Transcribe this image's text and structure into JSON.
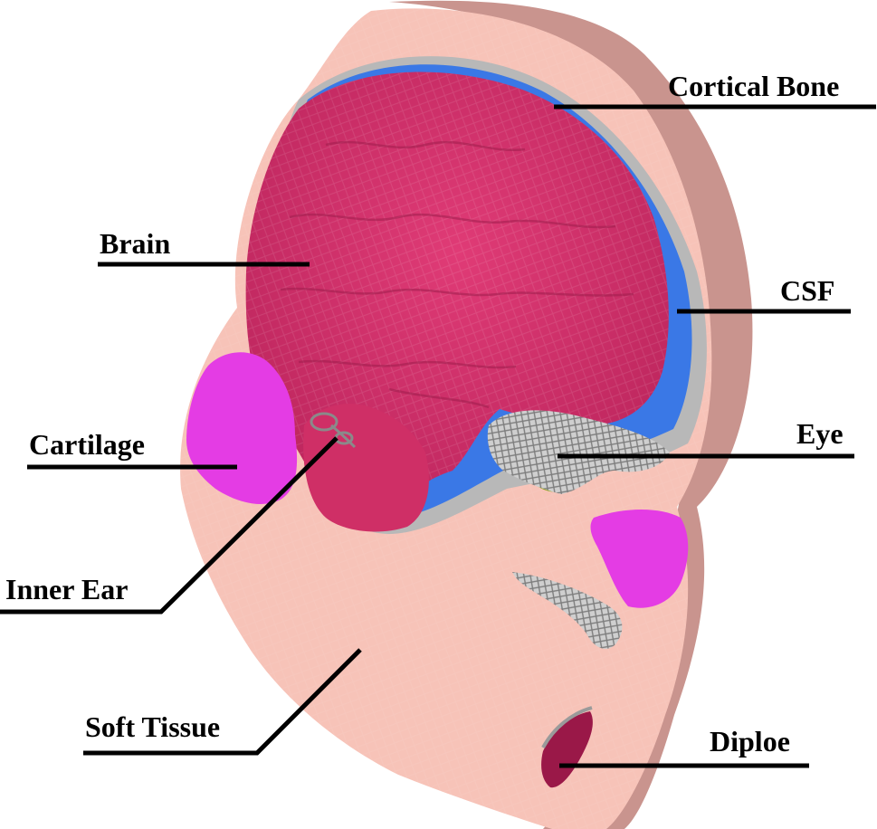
{
  "labels": {
    "cortical_bone": "Cortical Bone",
    "brain": "Brain",
    "csf": "CSF",
    "cartilage": "Cartilage",
    "eye": "Eye",
    "inner_ear": "Inner Ear",
    "soft_tissue": "Soft Tissue",
    "diploe": "Diploe"
  },
  "colors": {
    "soft_tissue": "#f7c3b8",
    "skin_outer": "#c9948e",
    "cortical_bone": "#b8b8b8",
    "csf": "#3a78e6",
    "brain": "#cf2f66",
    "cartilage": "#e43ce4",
    "eye": "#c8e61e",
    "diploe": "#9a1848",
    "label_text": "#000000"
  }
}
